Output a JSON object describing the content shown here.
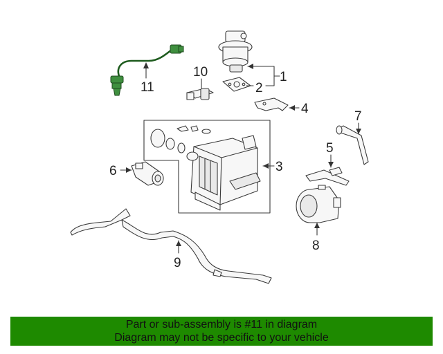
{
  "callouts": {
    "c1": "1",
    "c2": "2",
    "c3": "3",
    "c4": "4",
    "c5": "5",
    "c6": "6",
    "c7": "7",
    "c8": "8",
    "c9": "9",
    "c10": "10",
    "c11": "11"
  },
  "banner": {
    "line1": "Part or sub-assembly is #11 in diagram",
    "line2": "Diagram may not be specific to your vehicle"
  },
  "colors": {
    "banner_bg": "#1e8a00",
    "highlight_part": "#3f8f3f"
  }
}
